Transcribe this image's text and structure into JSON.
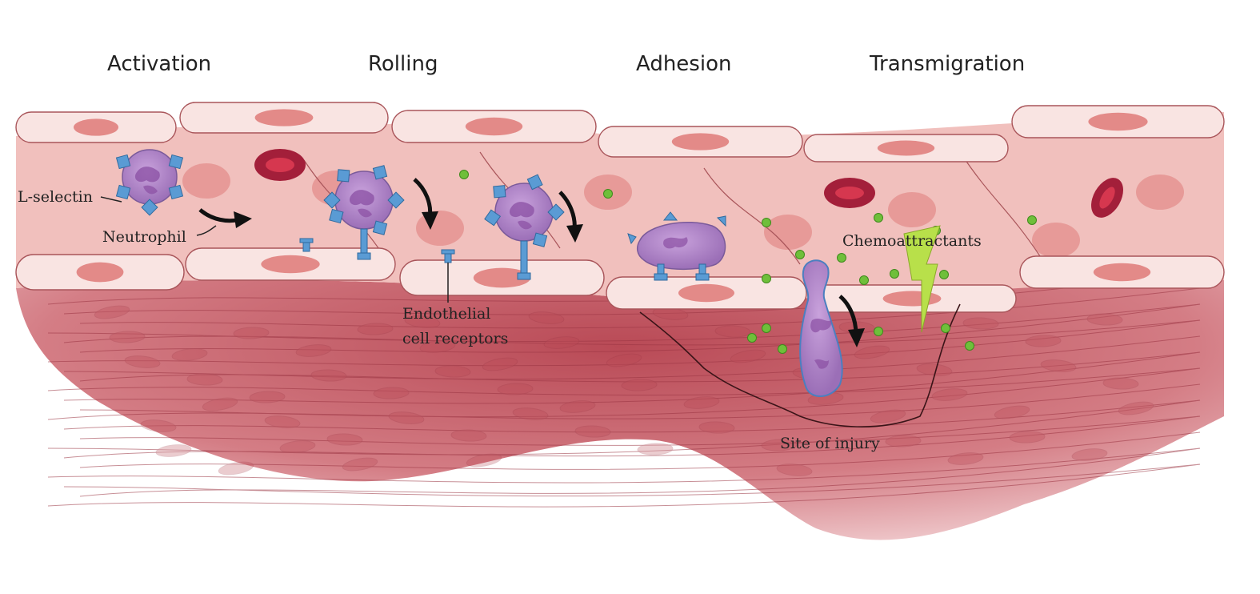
{
  "stages": [
    {
      "id": "activation",
      "label": "Activation"
    },
    {
      "id": "rolling",
      "label": "Rolling"
    },
    {
      "id": "adhesion",
      "label": "Adhesion"
    },
    {
      "id": "transmigration",
      "label": "Transmigration"
    }
  ],
  "annotations": {
    "l_selectin": "L-selectin",
    "neutrophil": "Neutrophil",
    "endothelial_line1": "Endothelial",
    "endothelial_line2": "cell receptors",
    "chemoattractants": "Chemoattractants",
    "site_of_injury": "Site of injury"
  },
  "colors": {
    "tissue": "#c8606a",
    "endothelium": "#f7d9d6",
    "neutrophil": "#b482c8",
    "receptor": "#5a9bd4",
    "rbc": "#a31f3a",
    "chemoattractant": "#6fbf3a",
    "arrow": "#111111",
    "lightning": "#b8e04a"
  }
}
